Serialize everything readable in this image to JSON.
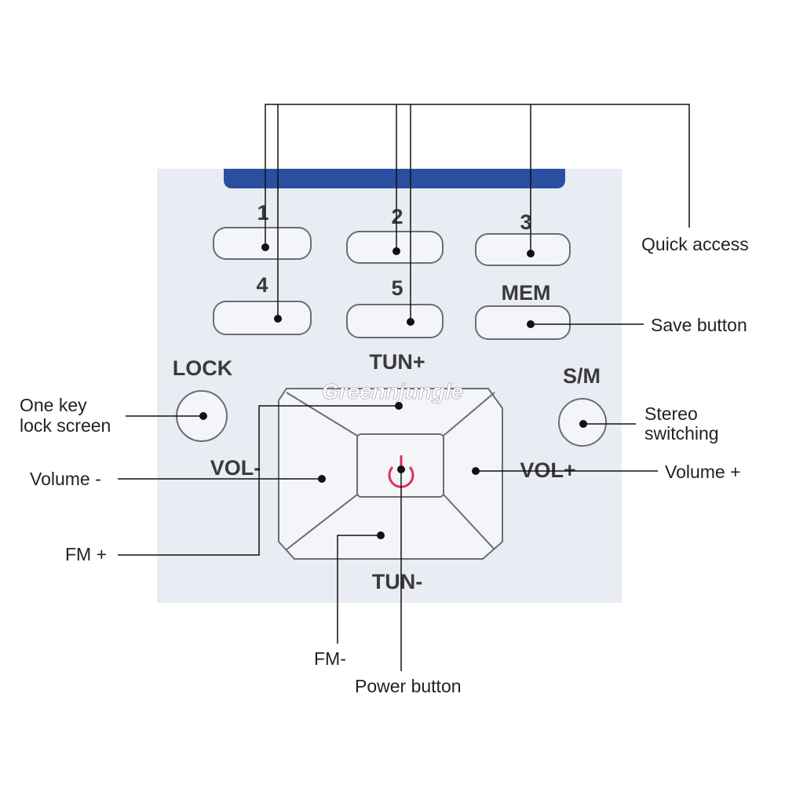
{
  "device": {
    "keys": [
      "1",
      "2",
      "3",
      "4",
      "5",
      "MEM",
      "TUN+",
      "LOCK",
      "S/M",
      "VOL-",
      "VOL+",
      "TUN-"
    ],
    "watermark": "Greennjungle",
    "colors": {
      "body": "#e9ecf3",
      "screen": "#2a4fa0",
      "power": "#e0305a"
    }
  },
  "callouts": {
    "quick_access": "Quick access",
    "save": "Save button",
    "lock_1": "One key",
    "lock_2": "lock screen",
    "stereo_1": "Stereo",
    "stereo_2": "switching",
    "vol_minus": "Volume -",
    "vol_plus": "Volume +",
    "fm_plus": "FM +",
    "fm_minus": "FM-",
    "power": "Power button"
  }
}
